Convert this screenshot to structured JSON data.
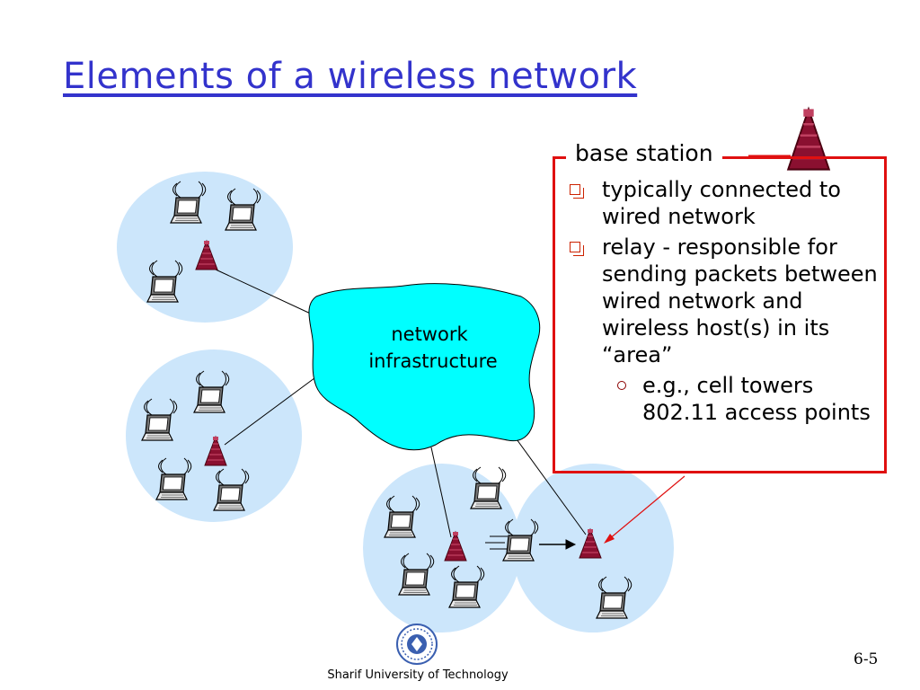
{
  "slide": {
    "title": "Elements of a wireless network",
    "footer": "Sharif University of Technology",
    "number": "6-5"
  },
  "diagram": {
    "cloud_label_line1": "network",
    "cloud_label_line2": "infrastructure",
    "colors": {
      "cell": "#cce6fb",
      "cloud": "#00ffff",
      "tower": "#8a1030",
      "callout_border": "#e01010",
      "title": "#3333cc"
    },
    "icons": [
      "laptop-icon",
      "base-station-tower-icon",
      "radio-waves-icon",
      "network-cloud-icon",
      "university-logo-icon"
    ]
  },
  "callout": {
    "heading": "base station",
    "bullets": [
      "typically connected to wired network",
      "relay - responsible for sending packets between wired network and wireless host(s) in its “area”"
    ],
    "subbullets": [
      "e.g., cell towers 802.11 access points"
    ]
  }
}
